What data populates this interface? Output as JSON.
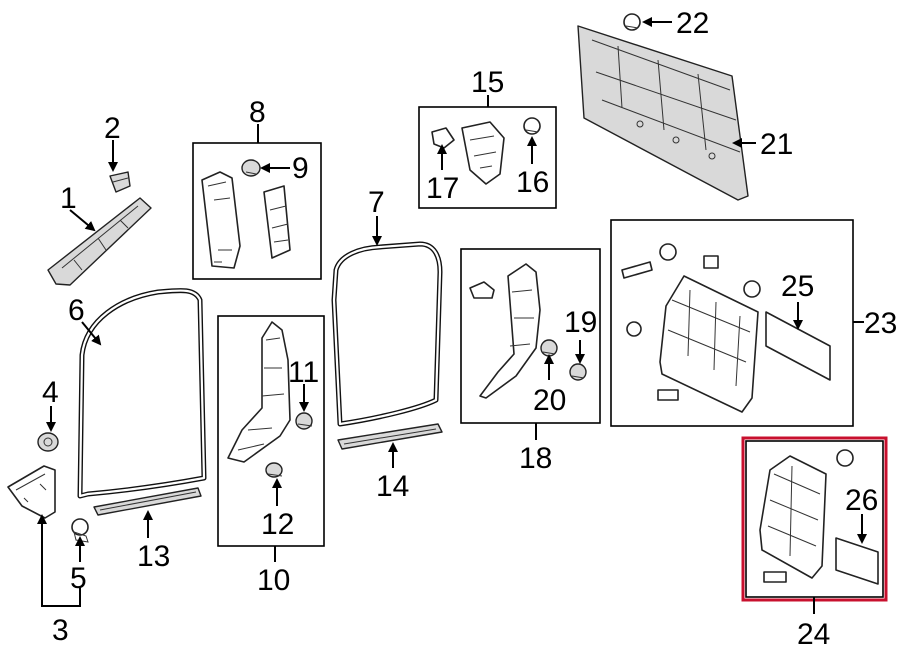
{
  "diagram": {
    "callouts": [
      "1",
      "2",
      "3",
      "4",
      "5",
      "6",
      "7",
      "8",
      "9",
      "10",
      "11",
      "12",
      "13",
      "14",
      "15",
      "16",
      "17",
      "18",
      "19",
      "20",
      "21",
      "22",
      "23",
      "24",
      "25",
      "26"
    ],
    "colors": {
      "highlight": "#c8102e",
      "line": "#000000",
      "fill_shade": "#d9d9d9"
    },
    "highlighted_group": "24"
  }
}
